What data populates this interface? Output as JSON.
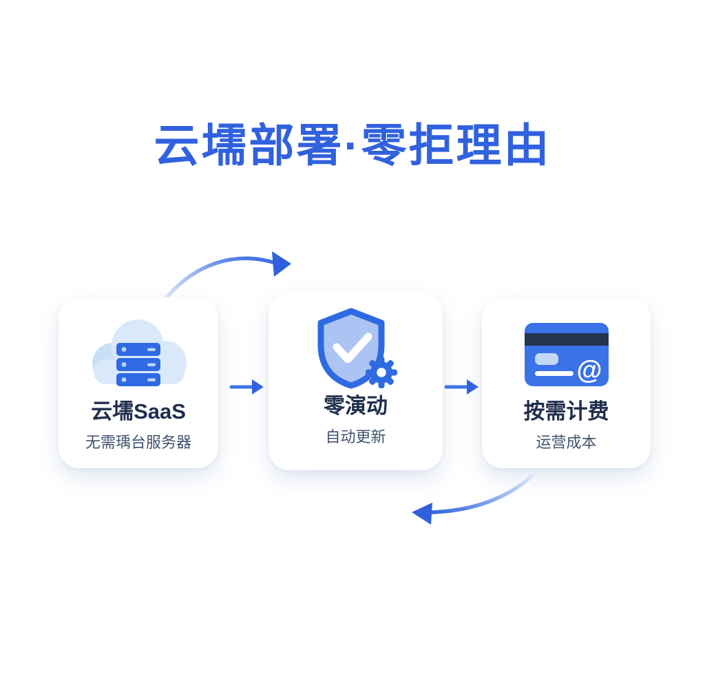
{
  "header": {
    "title": "云壖部署·零拒理由"
  },
  "flow": {
    "cards": [
      {
        "icon": "cloud-servers-icon",
        "title": "云壖SaaS",
        "subtitle": "无需瑀台服务器"
      },
      {
        "icon": "shield-check-gear-icon",
        "title": "零演动",
        "subtitle": "自动更新"
      },
      {
        "icon": "credit-card-at-icon",
        "title": "按需计费",
        "subtitle": "运营成本"
      }
    ],
    "arrows": [
      {
        "name": "flow-arrow-top-curve",
        "direction": "curves up-right from card 1 toward card 2"
      },
      {
        "name": "flow-arrow-right-1",
        "direction": "points right from card 1 to card 2"
      },
      {
        "name": "flow-arrow-right-2",
        "direction": "points right from card 2 to card 3"
      },
      {
        "name": "flow-arrow-bottom-curve",
        "direction": "curves down-left from card 3"
      }
    ]
  },
  "icons": {
    "card_at_symbol": "@"
  },
  "colors": {
    "title_blue": "#3161DE",
    "icon_blue": "#2E6AE2",
    "shield_fill": "#ABC4F3",
    "cloud_fill": "#D9E9FA",
    "cloud_shade": "#C9DFF5",
    "card_title_text": "#202E4E",
    "card_subtitle_text": "#41526E",
    "credit_card_stripe": "#223450",
    "arrow_blue": "#3566DE",
    "background": "#FFFFFF"
  }
}
